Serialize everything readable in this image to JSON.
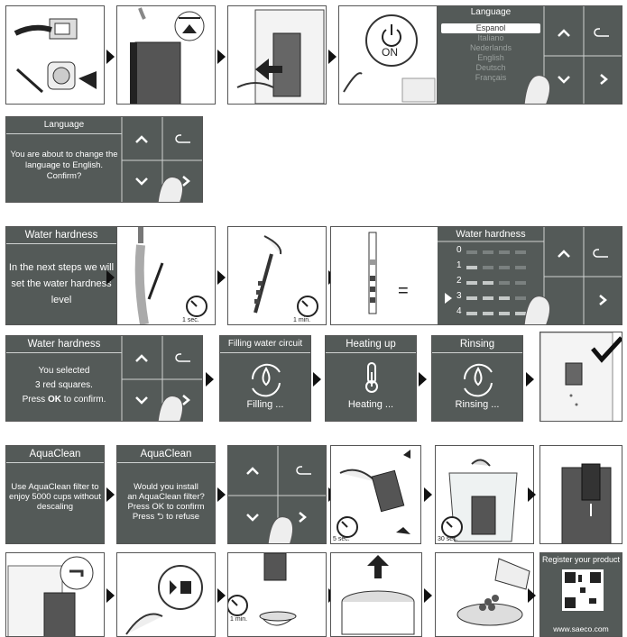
{
  "row1": {
    "power_label": "ON",
    "language_screen": {
      "title": "Language",
      "options": [
        "Espanol",
        "Italiano",
        "Nederlands",
        "English",
        "Deutsch",
        "Français"
      ],
      "selected": "Espanol"
    }
  },
  "row2": {
    "confirm_screen": {
      "title": "Language",
      "message": "You are about to change the language to English. Confirm?"
    }
  },
  "row3": {
    "wh_intro": {
      "title": "Water hardness",
      "message": "In the next steps we will set the water hardness level"
    },
    "timer_1sec": "1 sec.",
    "timer_1min": "1 min.",
    "equals": "=",
    "wh_select": {
      "title": "Water hardness",
      "levels": [
        "0",
        "1",
        "2",
        "3",
        "4"
      ],
      "selected_level": "3"
    }
  },
  "row4": {
    "wh_confirm": {
      "title": "Water hardness",
      "line1": "You selected",
      "line2": "3 red squares.",
      "press": "Press",
      "ok": "OK",
      "confirm": "to confirm."
    },
    "filling": {
      "title": "Filling water circuit",
      "status": "Filling ..."
    },
    "heating": {
      "title": "Heating up",
      "status": "Heating ..."
    },
    "rinsing": {
      "title": "Rinsing",
      "status": "Rinsing ..."
    }
  },
  "row5": {
    "aquaclean_info": {
      "title": "AquaClean",
      "message": "Use AquaClean filter to enjoy 5000 cups without descaling"
    },
    "aquaclean_ask": {
      "title": "AquaClean",
      "line1": "Would you install",
      "line2": "an AquaClean filter?",
      "line3": "Press OK to confirm",
      "line4": "Press ⮌ to refuse"
    },
    "timer_5sec": "5 sec.",
    "timer_30sec": "30 sec."
  },
  "row6": {
    "timer_1min": "1 min.",
    "register": {
      "title": "Register your product",
      "url": "www.saeco.com"
    }
  },
  "colors": {
    "screen_bg": "#545a58",
    "check": "#111111"
  }
}
